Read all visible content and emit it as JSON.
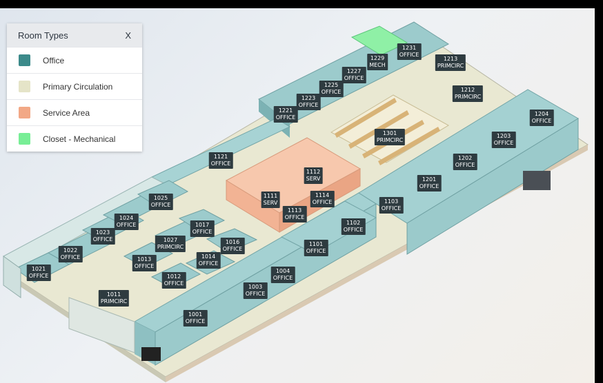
{
  "legend": {
    "title": "Room Types",
    "close_label": "X",
    "items": [
      {
        "label": "Office",
        "color": "#3c8a8a"
      },
      {
        "label": "Primary Circulation",
        "color": "#e5e4c8"
      },
      {
        "label": "Service Area",
        "color": "#f2a886"
      },
      {
        "label": "Closet - Mechanical",
        "color": "#78ee96"
      }
    ]
  },
  "rooms": [
    {
      "number": "1001",
      "type": "OFFICE"
    },
    {
      "number": "1003",
      "type": "OFFICE"
    },
    {
      "number": "1004",
      "type": "OFFICE"
    },
    {
      "number": "1011",
      "type": "PRIMCIRC"
    },
    {
      "number": "1012",
      "type": "OFFICE"
    },
    {
      "number": "1013",
      "type": "OFFICE"
    },
    {
      "number": "1014",
      "type": "OFFICE"
    },
    {
      "number": "1016",
      "type": "OFFICE"
    },
    {
      "number": "1017",
      "type": "OFFICE"
    },
    {
      "number": "1021",
      "type": "OFFICE"
    },
    {
      "number": "1022",
      "type": "OFFICE"
    },
    {
      "number": "1023",
      "type": "OFFICE"
    },
    {
      "number": "1024",
      "type": "OFFICE"
    },
    {
      "number": "1025",
      "type": "OFFICE"
    },
    {
      "number": "1027",
      "type": "PRIMCIRC"
    },
    {
      "number": "1101",
      "type": "OFFICE"
    },
    {
      "number": "1102",
      "type": "OFFICE"
    },
    {
      "number": "1103",
      "type": "OFFICE"
    },
    {
      "number": "1111",
      "type": "SERV"
    },
    {
      "number": "1112",
      "type": "SERV"
    },
    {
      "number": "1113",
      "type": "OFFICE"
    },
    {
      "number": "1114",
      "type": "OFFICE"
    },
    {
      "number": "1121",
      "type": "OFFICE"
    },
    {
      "number": "1201",
      "type": "OFFICE"
    },
    {
      "number": "1202",
      "type": "OFFICE"
    },
    {
      "number": "1203",
      "type": "OFFICE"
    },
    {
      "number": "1204",
      "type": "OFFICE"
    },
    {
      "number": "1212",
      "type": "PRIMCIRC"
    },
    {
      "number": "1213",
      "type": "PRIMCIRC"
    },
    {
      "number": "1221",
      "type": "OFFICE"
    },
    {
      "number": "1223",
      "type": "OFFICE"
    },
    {
      "number": "1225",
      "type": "OFFICE"
    },
    {
      "number": "1227",
      "type": "OFFICE"
    },
    {
      "number": "1229",
      "type": "MECH"
    },
    {
      "number": "1231",
      "type": "OFFICE"
    },
    {
      "number": "1301",
      "type": "PRIMCIRC"
    }
  ]
}
